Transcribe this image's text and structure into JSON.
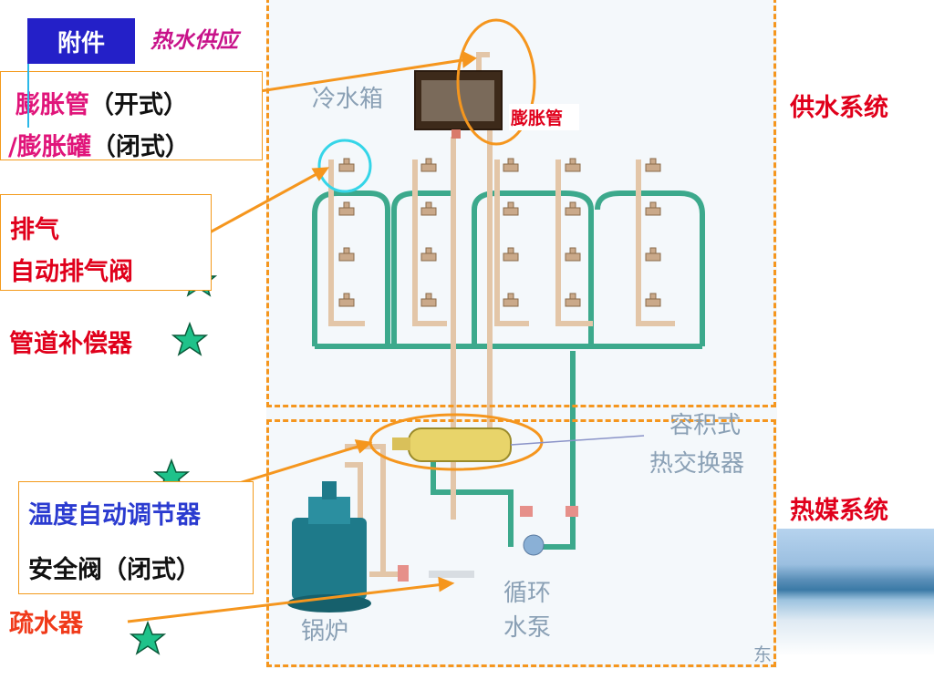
{
  "header": {
    "tab_label": "附件",
    "title_text": "热水供应"
  },
  "left_labels": {
    "expansion_pipe": "膨胀管",
    "expansion_pipe_suffix": "（开式）",
    "expansion_tank": "/膨胀罐",
    "expansion_tank_suffix": "（闭式）",
    "exhaust": "排气",
    "auto_vent_valve": "自动排气阀",
    "pipe_compensator": "管道补偿器",
    "temp_regulator": "温度自动调节器",
    "safety_valve": "安全阀（闭式）",
    "steam_trap": "疏水器"
  },
  "diagram_labels": {
    "cold_tank": "冷水箱",
    "expansion_pipe_callout": "膨胀管",
    "heat_exchanger": "容积式",
    "heat_exchanger_2": "热交换器",
    "boiler": "锅炉",
    "pump": "循环",
    "pump_2": "水泵",
    "corner": "东"
  },
  "right_labels": {
    "supply_system": "供水系统",
    "heat_system": "热媒系统"
  },
  "colors": {
    "accent": "#f39a1b",
    "green_pipe": "#3ca98c",
    "pipe": "#e3c6a8",
    "star": "#1fc28a"
  }
}
